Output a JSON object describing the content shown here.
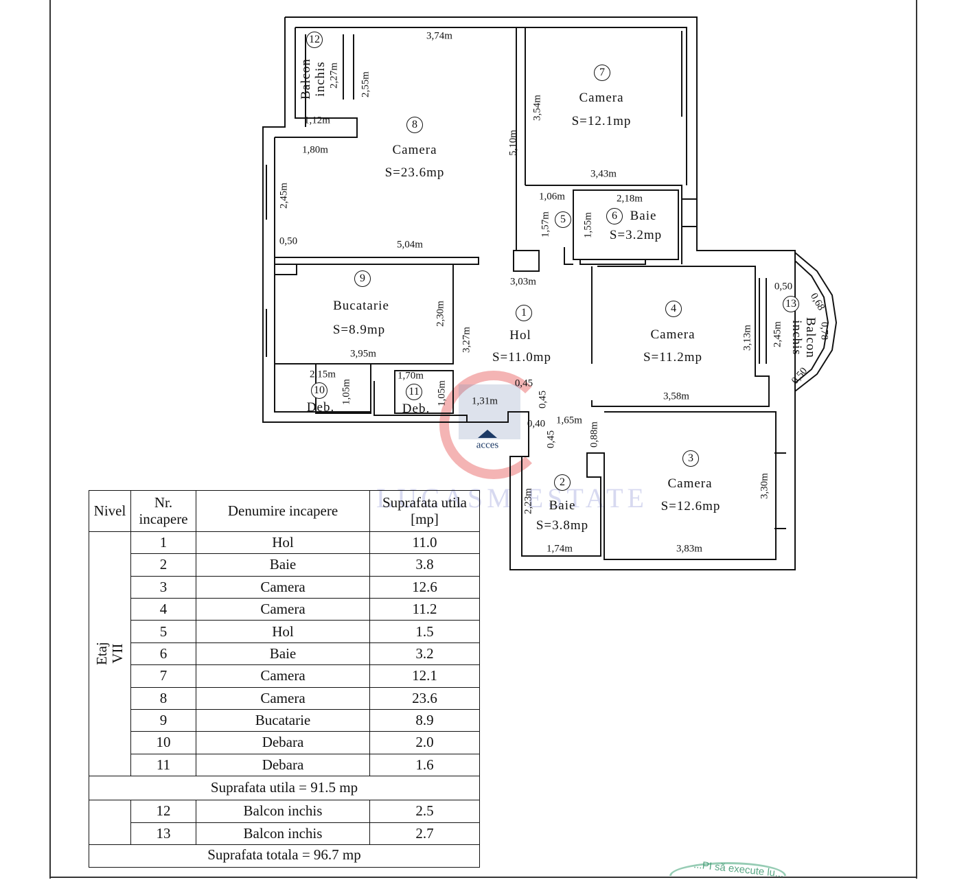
{
  "plan": {
    "rooms": {
      "r1": {
        "num": "1",
        "name": "Hol",
        "area": "S=11.0mp"
      },
      "r2": {
        "num": "2",
        "name": "Baie",
        "area": "S=3.8mp"
      },
      "r3": {
        "num": "3",
        "name": "Camera",
        "area": "S=12.6mp"
      },
      "r4": {
        "num": "4",
        "name": "Camera",
        "area": "S=11.2mp"
      },
      "r5": {
        "num": "5"
      },
      "r6": {
        "num": "6",
        "name": "Baie",
        "area": "S=3.2mp"
      },
      "r7": {
        "num": "7",
        "name": "Camera",
        "area": "S=12.1mp"
      },
      "r8": {
        "num": "8",
        "name": "Camera",
        "area": "S=23.6mp"
      },
      "r9": {
        "num": "9",
        "name": "Bucatarie",
        "area": "S=8.9mp"
      },
      "r10": {
        "num": "10",
        "name": "Deb."
      },
      "r11": {
        "num": "11",
        "name": "Deb."
      },
      "r12": {
        "num": "12",
        "name1": "Balcon",
        "name2": "inchis"
      },
      "r13": {
        "num": "13",
        "name1": "Balcon",
        "name2": "inchis"
      }
    },
    "entrance_label": "acces",
    "dims": [
      "3,74m",
      "2,27m",
      "2,55m",
      "1,12m",
      "1,80m",
      "5,10m",
      "3,54m",
      "3,43m",
      "1,06m",
      "2,18m",
      "1,57m",
      "1,55m",
      "2,45m",
      "0,50",
      "5,04m",
      "3,03m",
      "2,30m",
      "3,27m",
      "3,95m",
      "2,15m",
      "1,05m",
      "1,70m",
      "1,05m",
      "0,45",
      "0,45",
      "1,31m",
      "0,40",
      "1,65m",
      "0,45",
      "0,88m",
      "2,23m",
      "1,74m",
      "3,83m",
      "3,30m",
      "3,58m",
      "3,13m",
      "2,45m",
      "0,50",
      "0,68",
      "0,78",
      "0,50"
    ]
  },
  "watermark": "LUCASM ESTATE",
  "stamp_text": "...PI să execute lu...",
  "table": {
    "headers": {
      "level": "Nivel",
      "nr": "Nr. incapere",
      "name": "Denumire incapere",
      "area1": "Suprafata utila",
      "area2": "[mp]"
    },
    "level": "Etaj VII",
    "rows": [
      {
        "nr": "1",
        "name": "Hol",
        "area": "11.0"
      },
      {
        "nr": "2",
        "name": "Baie",
        "area": "3.8"
      },
      {
        "nr": "3",
        "name": "Camera",
        "area": "12.6"
      },
      {
        "nr": "4",
        "name": "Camera",
        "area": "11.2"
      },
      {
        "nr": "5",
        "name": "Hol",
        "area": "1.5"
      },
      {
        "nr": "6",
        "name": "Baie",
        "area": "3.2"
      },
      {
        "nr": "7",
        "name": "Camera",
        "area": "12.1"
      },
      {
        "nr": "8",
        "name": "Camera",
        "area": "23.6"
      },
      {
        "nr": "9",
        "name": "Bucatarie",
        "area": "8.9"
      },
      {
        "nr": "10",
        "name": "Debara",
        "area": "2.0"
      },
      {
        "nr": "11",
        "name": "Debara",
        "area": "1.6"
      }
    ],
    "useful_total": "Suprafata utila = 91.5 mp",
    "balcony_rows": [
      {
        "nr": "12",
        "name": "Balcon inchis",
        "area": "2.5"
      },
      {
        "nr": "13",
        "name": "Balcon inchis",
        "area": "2.7"
      }
    ],
    "grand_total": "Suprafata totala = 96.7 mp"
  }
}
